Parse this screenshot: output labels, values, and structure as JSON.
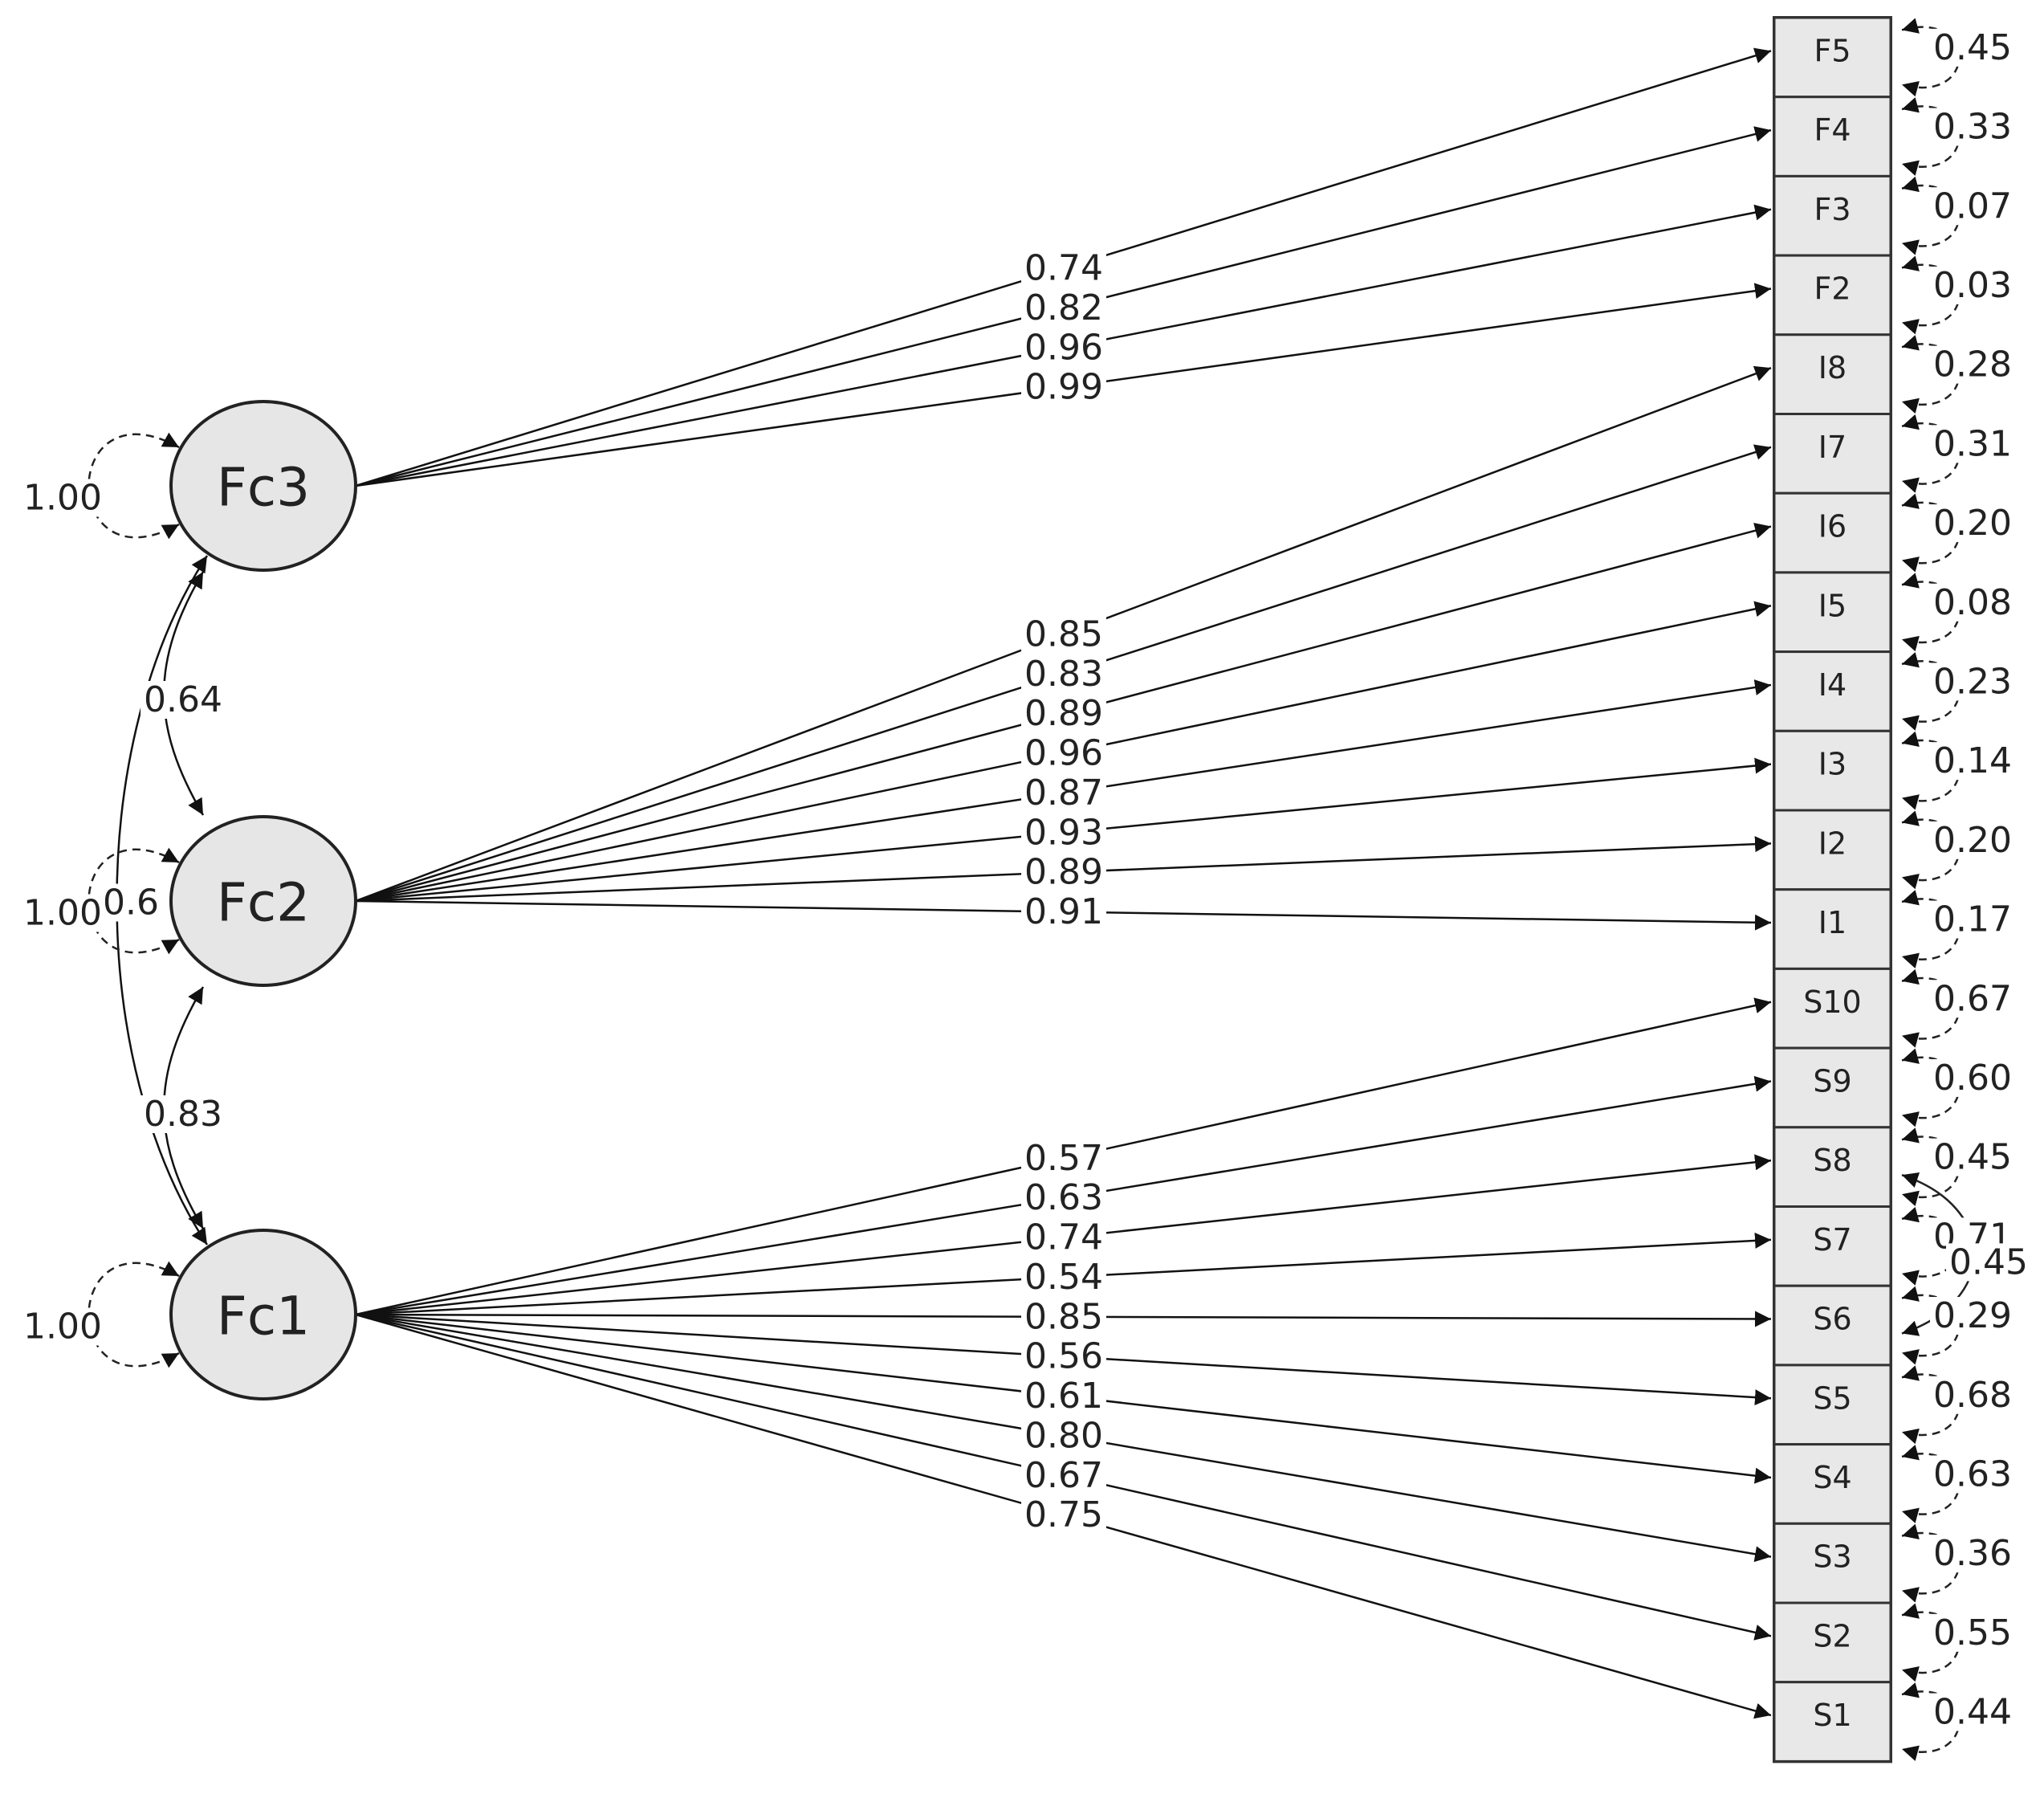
{
  "latent_factors": [
    {
      "name": "Fc3",
      "variance": "1.00"
    },
    {
      "name": "Fc2",
      "variance": "1.00"
    },
    {
      "name": "Fc1",
      "variance": "1.00"
    }
  ],
  "indicators": [
    "F5",
    "F4",
    "F3",
    "F2",
    "I8",
    "I7",
    "I6",
    "I5",
    "I4",
    "I3",
    "I2",
    "I1",
    "S10",
    "S9",
    "S8",
    "S7",
    "S6",
    "S5",
    "S4",
    "S3",
    "S2",
    "S1"
  ],
  "residuals": [
    "0.45",
    "0.33",
    "0.07",
    "0.03",
    "0.28",
    "0.31",
    "0.20",
    "0.08",
    "0.23",
    "0.14",
    "0.20",
    "0.17",
    "0.67",
    "0.60",
    "0.45",
    "0.71",
    "0.29",
    "0.68",
    "0.63",
    "0.36",
    "0.55",
    "0.44"
  ],
  "loadings": [
    {
      "factor": "Fc3",
      "indicator": "F5",
      "value": "0.74"
    },
    {
      "factor": "Fc3",
      "indicator": "F4",
      "value": "0.82"
    },
    {
      "factor": "Fc3",
      "indicator": "F3",
      "value": "0.96"
    },
    {
      "factor": "Fc3",
      "indicator": "F2",
      "value": "0.99"
    },
    {
      "factor": "Fc2",
      "indicator": "I8",
      "value": "0.85"
    },
    {
      "factor": "Fc2",
      "indicator": "I7",
      "value": "0.83"
    },
    {
      "factor": "Fc2",
      "indicator": "I6",
      "value": "0.89"
    },
    {
      "factor": "Fc2",
      "indicator": "I5",
      "value": "0.96"
    },
    {
      "factor": "Fc2",
      "indicator": "I4",
      "value": "0.87"
    },
    {
      "factor": "Fc2",
      "indicator": "I3",
      "value": "0.93"
    },
    {
      "factor": "Fc2",
      "indicator": "I2",
      "value": "0.89"
    },
    {
      "factor": "Fc2",
      "indicator": "I1",
      "value": "0.91"
    },
    {
      "factor": "Fc1",
      "indicator": "S10",
      "value": "0.57"
    },
    {
      "factor": "Fc1",
      "indicator": "S9",
      "value": "0.63"
    },
    {
      "factor": "Fc1",
      "indicator": "S8",
      "value": "0.74"
    },
    {
      "factor": "Fc1",
      "indicator": "S7",
      "value": "0.54"
    },
    {
      "factor": "Fc1",
      "indicator": "S6",
      "value": "0.85"
    },
    {
      "factor": "Fc1",
      "indicator": "S5",
      "value": "0.56"
    },
    {
      "factor": "Fc1",
      "indicator": "S4",
      "value": "0.61"
    },
    {
      "factor": "Fc1",
      "indicator": "S3",
      "value": "0.80"
    },
    {
      "factor": "Fc1",
      "indicator": "S2",
      "value": "0.67"
    },
    {
      "factor": "Fc1",
      "indicator": "S1",
      "value": "0.75"
    }
  ],
  "factor_covariances": [
    {
      "between": [
        "Fc3",
        "Fc2"
      ],
      "value": "0.64"
    },
    {
      "between": [
        "Fc2",
        "Fc1"
      ],
      "value": "0.83"
    },
    {
      "between": [
        "Fc3",
        "Fc1"
      ],
      "value": "0.6"
    }
  ],
  "residual_covariances": [
    {
      "between": [
        "S8",
        "S6"
      ],
      "value": "0.45"
    }
  ]
}
